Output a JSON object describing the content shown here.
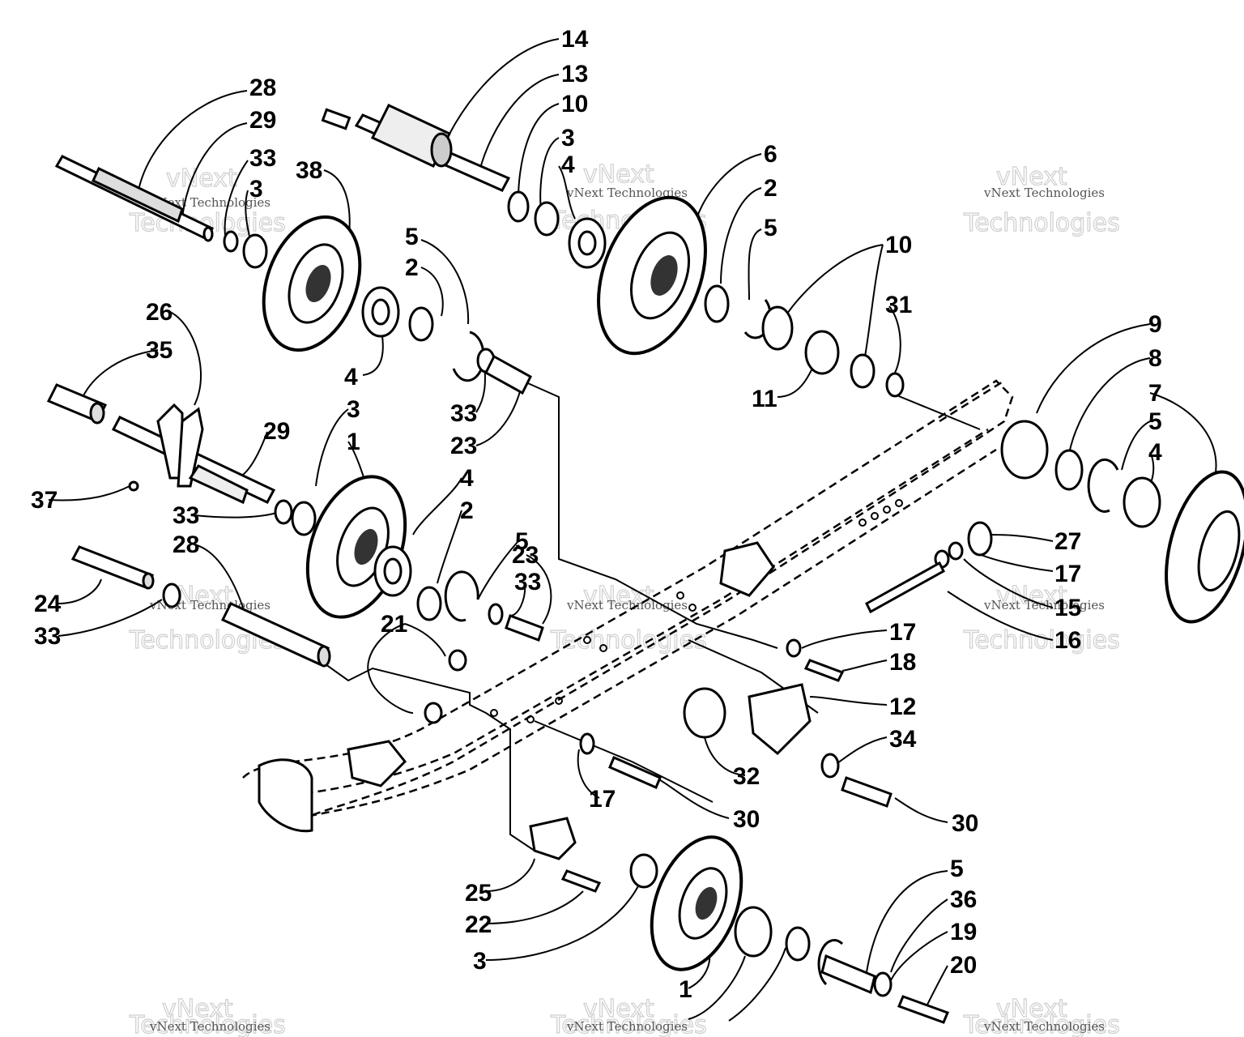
{
  "watermark": {
    "line1": "vNext Technologies",
    "line2": "Technologies",
    "badge": "vNext"
  },
  "callouts": [
    "14",
    "13",
    "10",
    "3",
    "4",
    "6",
    "2",
    "5",
    "28",
    "29",
    "33",
    "3",
    "38",
    "5",
    "2",
    "10",
    "31",
    "26",
    "35",
    "4",
    "33",
    "23",
    "11",
    "9",
    "8",
    "7",
    "5",
    "4",
    "3",
    "1",
    "29",
    "37",
    "33",
    "4",
    "2",
    "5",
    "23",
    "33",
    "27",
    "17",
    "15",
    "16",
    "24",
    "33",
    "28",
    "21",
    "17",
    "18",
    "12",
    "34",
    "32",
    "17",
    "30",
    "30",
    "25",
    "22",
    "3",
    "1",
    "5",
    "36",
    "19",
    "20"
  ]
}
